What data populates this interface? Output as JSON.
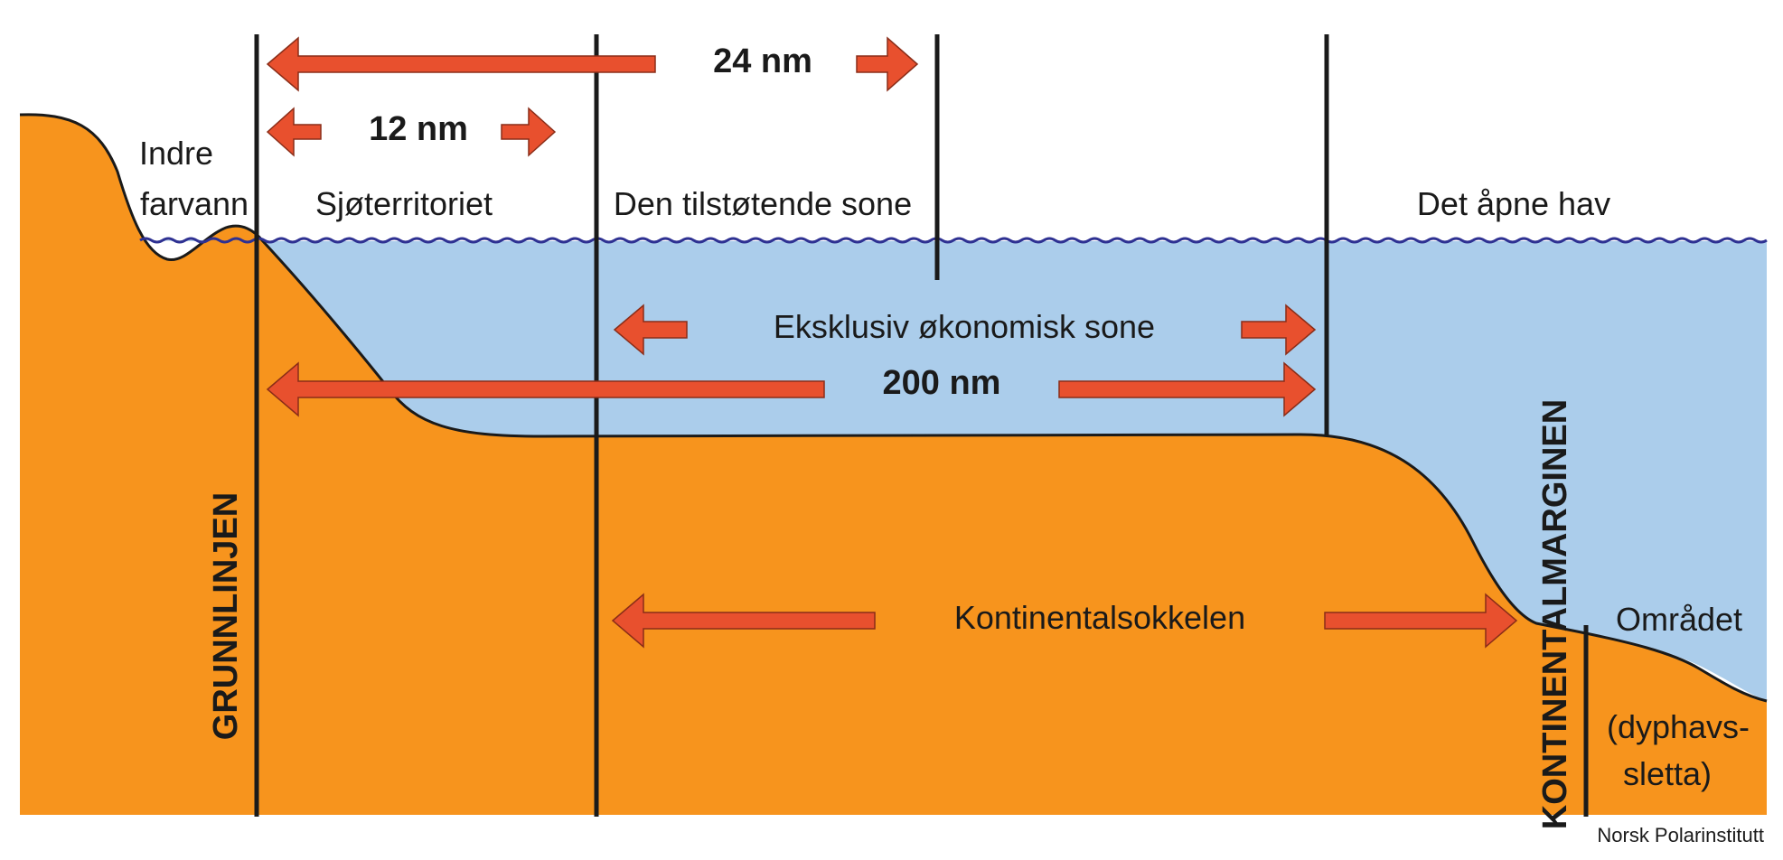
{
  "colors": {
    "land": "#f7941d",
    "water": "#abcdeb",
    "arrow": "#e8502e",
    "arrow_outline": "#8a2d18",
    "line": "#1a1a1a",
    "wave": "#2e3192"
  },
  "labels": {
    "indre_1": "Indre",
    "indre_2": "farvann",
    "sjoterritoriet": "Sjøterritoriet",
    "tilstotende": "Den tilstøtende sone",
    "apne_hav": "Det åpne hav",
    "eksklusiv": "Eksklusiv økonomisk sone",
    "kontinentalsokkelen": "Kontinentalsokkelen",
    "omradet": "Området",
    "dyphavs_1": "(dyphavs-",
    "dyphavs_2": "sletta)",
    "grunnlinjen": "GRUNNLINJEN",
    "kontinentalmarginen": "KONTINENTALMARGINEN"
  },
  "distances": {
    "d12": "12 nm",
    "d24": "24 nm",
    "d200": "200 nm"
  },
  "credit": "Norsk Polarinstitutt"
}
